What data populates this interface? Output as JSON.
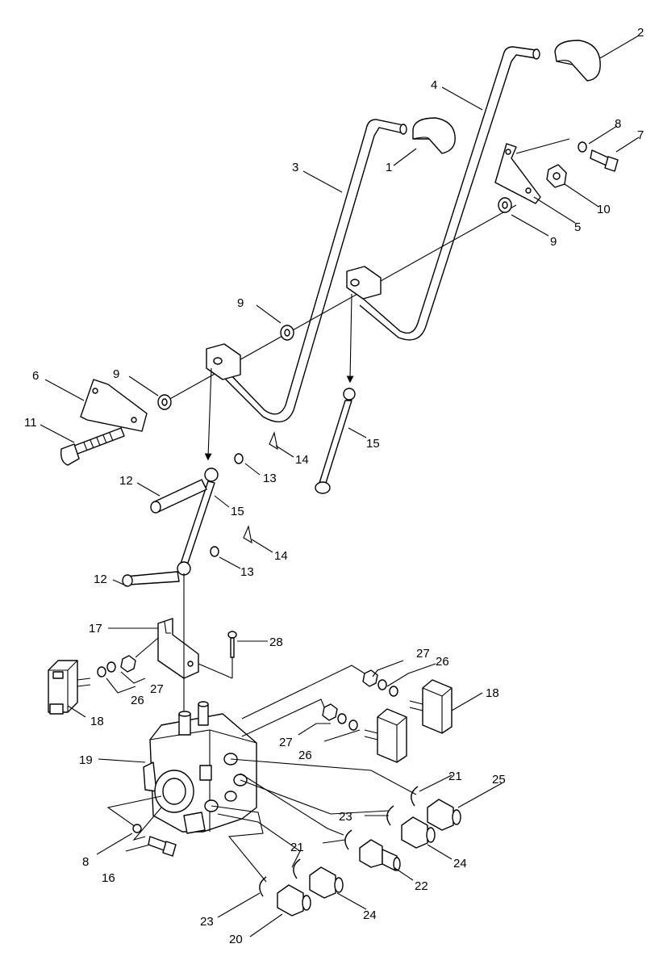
{
  "callouts": {
    "c1": "1",
    "c2": "2",
    "c3": "3",
    "c4": "4",
    "c5": "5",
    "c6": "6",
    "c7": "7",
    "c8a": "8",
    "c8b": "8",
    "c9a": "9",
    "c9b": "9",
    "c9c": "9",
    "c10": "10",
    "c11": "11",
    "c12a": "12",
    "c12b": "12",
    "c13a": "13",
    "c13b": "13",
    "c14a": "14",
    "c14b": "14",
    "c15a": "15",
    "c15b": "15",
    "c16": "16",
    "c17": "17",
    "c18a": "18",
    "c18b": "18",
    "c19": "19",
    "c20": "20",
    "c21a": "21",
    "c21b": "21",
    "c22": "22",
    "c23a": "23",
    "c23b": "23",
    "c24a": "24",
    "c24b": "24",
    "c25": "25",
    "c26a": "26",
    "c26b": "26",
    "c26c": "26",
    "c27a": "27",
    "c27b": "27",
    "c27c": "27",
    "c28": "28"
  }
}
